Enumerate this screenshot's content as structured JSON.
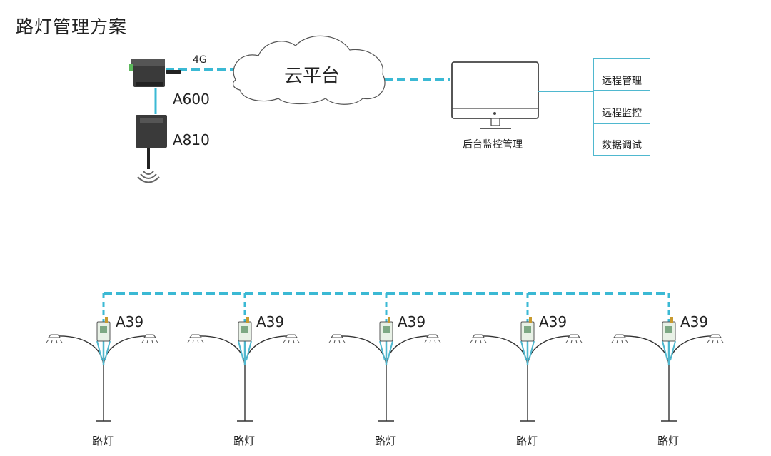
{
  "title": "路灯管理方案",
  "cloud_label": "云平台",
  "network_label": "4G",
  "gateway": {
    "label": "A600"
  },
  "radio_module": {
    "label": "A810"
  },
  "monitor": {
    "label": "后台监控管理"
  },
  "menu": [
    {
      "label": "远程管理"
    },
    {
      "label": "远程监控"
    },
    {
      "label": "数据调试"
    }
  ],
  "lamps": [
    {
      "module_label": "A39",
      "lamp_label": "路灯"
    },
    {
      "module_label": "A39",
      "lamp_label": "路灯"
    },
    {
      "module_label": "A39",
      "lamp_label": "路灯"
    },
    {
      "module_label": "A39",
      "lamp_label": "路灯"
    },
    {
      "module_label": "A39",
      "lamp_label": "路灯"
    }
  ],
  "colors": {
    "link": "#3bb9d4",
    "line": "#4fb8cf",
    "device": "#3a3a3a",
    "outline": "#555555"
  }
}
